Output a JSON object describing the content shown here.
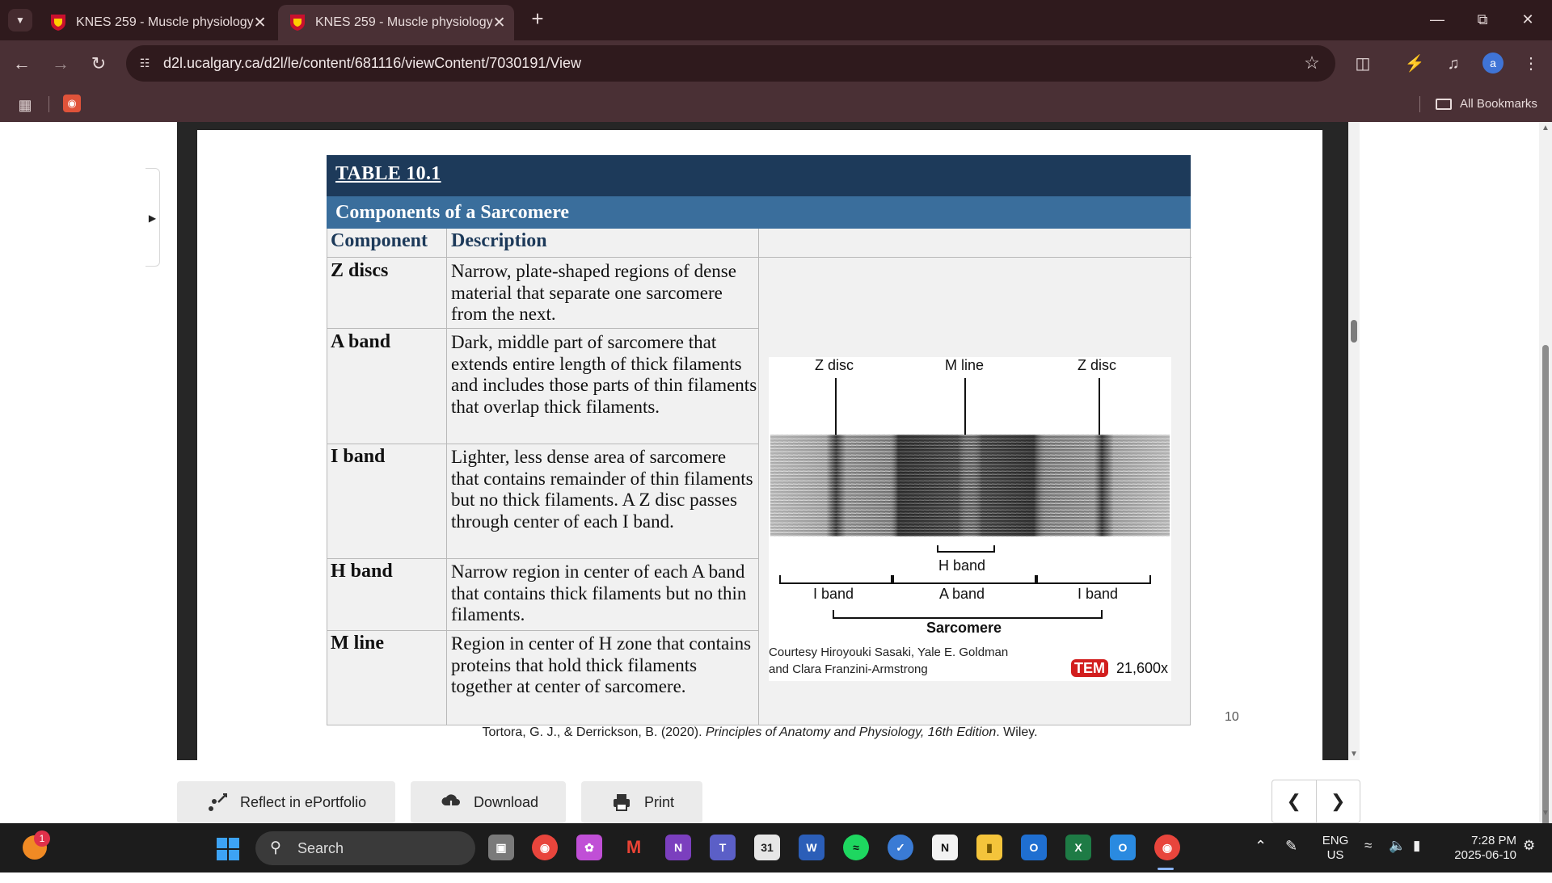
{
  "browser": {
    "tabs": [
      {
        "title": "KNES 259 - Muscle physiology"
      },
      {
        "title": "KNES 259 - Muscle physiology"
      }
    ],
    "url": "d2l.ucalgary.ca/d2l/le/content/681116/viewContent/7030191/View",
    "bookmarks": {
      "all_label": "All Bookmarks"
    },
    "profile_initial": "a"
  },
  "slide": {
    "table_title": "TABLE 10.1",
    "table_subtitle": "Components of a Sarcomere",
    "col_component": "Component",
    "col_description": "Description",
    "rows": [
      {
        "name": "Z discs",
        "desc": "Narrow, plate-shaped regions of dense material that separate one sarcomere from the next."
      },
      {
        "name": "A band",
        "desc": "Dark, middle part of sarcomere that extends entire length of thick filaments and includes those parts of thin filaments that overlap thick filaments."
      },
      {
        "name": "I band",
        "desc": "Lighter, less dense area of sarcomere that contains remainder of thin filaments but no thick filaments. A Z disc passes through center of each I band."
      },
      {
        "name": "H band",
        "desc": "Narrow region in center of each A band that contains thick filaments but no thin filaments."
      },
      {
        "name": "M line",
        "desc": "Region in center of H zone that contains proteins that hold thick filaments together at center of sarcomere."
      }
    ],
    "figure": {
      "label_z_disc_left": "Z disc",
      "label_m_line": "M line",
      "label_z_disc_right": "Z disc",
      "label_h_band": "H band",
      "label_i_band_left": "I band",
      "label_a_band": "A band",
      "label_i_band_right": "I band",
      "label_sarcomere": "Sarcomere",
      "credit_line1": "Courtesy Hiroyouki Sasaki, Yale E. Goldman",
      "credit_line2": "and Clara Franzini-Armstrong",
      "tem": "TEM",
      "magnification": "21,600x"
    },
    "citation_pre": "Tortora, G. J., & Derrickson, B. (2020). ",
    "citation_title": "Principles of Anatomy and Physiology, 16th Edition",
    "citation_post": ". Wiley.",
    "page_number": "10"
  },
  "actions": {
    "reflect": "Reflect in ePortfolio",
    "download": "Download",
    "print": "Print"
  },
  "taskbar": {
    "weather_badge": "1",
    "search_placeholder": "Search",
    "calendar_day": "31",
    "lang_line1": "ENG",
    "lang_line2": "US",
    "time": "7:28 PM",
    "date": "2025-06-10"
  },
  "colors": {
    "chrome_dark": "#2f1a1d",
    "chrome_mid": "#4a3035",
    "table_title_band": "#1d3a5a",
    "table_subtitle_band": "#3a6e9c",
    "tem_badge": "#d21e1e"
  }
}
